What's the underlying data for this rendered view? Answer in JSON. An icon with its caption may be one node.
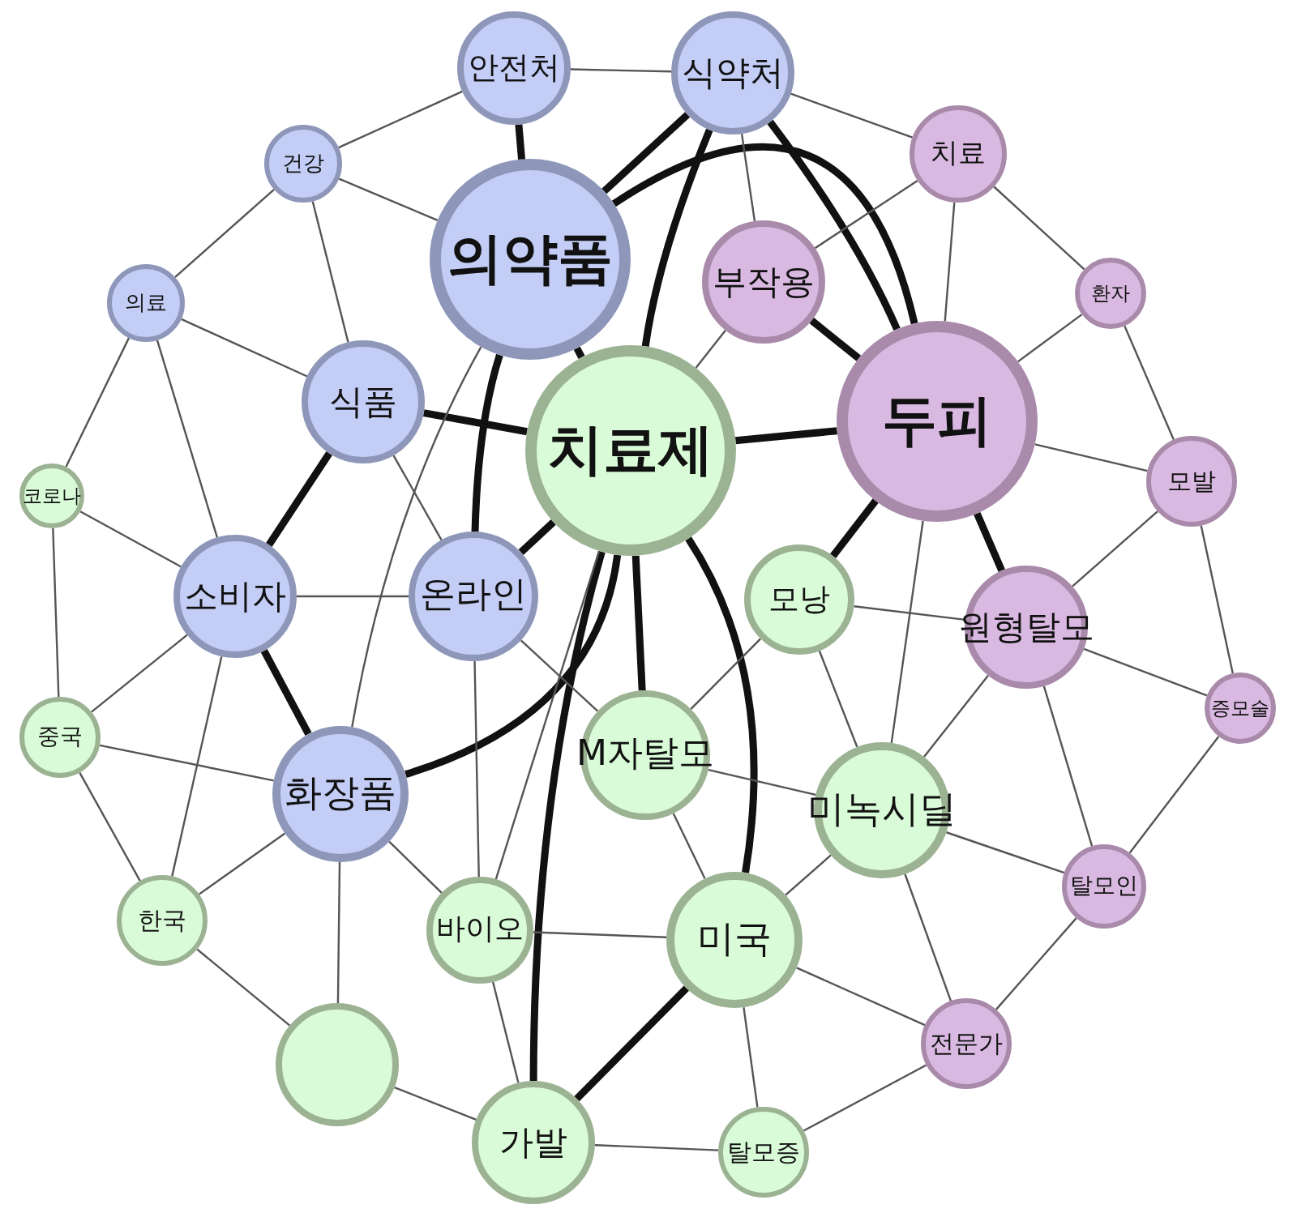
{
  "diagram": {
    "nodes": [
      {
        "text": [
          "안전처"
        ]
      },
      {
        "text": [
          "식약처"
        ]
      },
      {
        "text": [
          "건강"
        ]
      },
      {
        "text": [
          "의약품"
        ]
      },
      {
        "text": [
          "의료"
        ]
      },
      {
        "text": [
          "식품"
        ]
      },
      {
        "text": [
          "소비자"
        ]
      },
      {
        "text": [
          "온라인"
        ]
      },
      {
        "text": [
          "화장품"
        ]
      },
      {
        "text": [
          "치료"
        ]
      },
      {
        "text": [
          "부작용"
        ]
      },
      {
        "text": [
          "환자"
        ]
      },
      {
        "text": [
          "두피"
        ]
      },
      {
        "text": [
          "모발"
        ]
      },
      {
        "text": [
          "원형탈모"
        ]
      },
      {
        "text": [
          "증모술"
        ]
      },
      {
        "text": [
          "탈모인"
        ]
      },
      {
        "text": [
          "전문가"
        ]
      },
      {
        "text": [
          "코로나"
        ]
      },
      {
        "text": [
          "치료제"
        ]
      },
      {
        "text": [
          "모낭"
        ]
      },
      {
        "text": [
          "중국"
        ]
      },
      {
        "text": [
          "M자탈모"
        ]
      },
      {
        "text": [
          "미녹시딜"
        ]
      },
      {
        "text": [
          "한국"
        ]
      },
      {
        "text": [
          "바이오"
        ]
      },
      {
        "text": [
          "미국"
        ]
      },
      {
        "text": [],
        "shape": "circle"
      },
      {
        "text": [
          "가발"
        ]
      },
      {
        "text": [
          "탈모증"
        ]
      }
    ],
    "edges": [
      {
        "from": 3,
        "to": 19,
        "arrow": "none",
        "style": "thick"
      },
      {
        "from": 3,
        "to": 12,
        "arrow": "none",
        "style": "thick"
      },
      {
        "from": 19,
        "to": 12,
        "arrow": "none",
        "style": "thick"
      },
      {
        "from": 1,
        "to": 3,
        "arrow": "none",
        "style": "thick"
      },
      {
        "from": 1,
        "to": 12,
        "arrow": "none",
        "style": "thick"
      },
      {
        "from": 0,
        "to": 3,
        "arrow": "none",
        "style": "thick"
      },
      {
        "from": 5,
        "to": 19,
        "arrow": "none",
        "style": "thick"
      },
      {
        "from": 6,
        "to": 8,
        "arrow": "none",
        "style": "thick"
      },
      {
        "from": 7,
        "to": 19,
        "arrow": "none",
        "style": "thick"
      },
      {
        "from": 12,
        "to": 10,
        "arrow": "none",
        "style": "thick"
      },
      {
        "from": 12,
        "to": 14,
        "arrow": "none",
        "style": "thick"
      },
      {
        "from": 19,
        "to": 22,
        "arrow": "none",
        "style": "thick"
      },
      {
        "from": 19,
        "to": 26,
        "arrow": "none",
        "style": "thick"
      },
      {
        "from": 19,
        "to": 28,
        "arrow": "none",
        "style": "thick"
      },
      {
        "from": 3,
        "to": 7,
        "arrow": "none",
        "style": "thick"
      },
      {
        "from": 8,
        "to": 19,
        "arrow": "none",
        "style": "thick"
      },
      {
        "from": 26,
        "to": 28,
        "arrow": "none",
        "style": "thick"
      },
      {
        "from": 1,
        "to": 19,
        "arrow": "none",
        "style": "thick"
      },
      {
        "from": 12,
        "to": 20,
        "arrow": "none",
        "style": "thick"
      },
      {
        "from": 5,
        "to": 6,
        "arrow": "none",
        "style": "thick"
      },
      {
        "from": 0,
        "to": 1,
        "arrow": "none"
      },
      {
        "from": 2,
        "to": 3,
        "arrow": "none"
      },
      {
        "from": 4,
        "to": 5,
        "arrow": "none"
      },
      {
        "from": 4,
        "to": 6,
        "arrow": "none"
      },
      {
        "from": 18,
        "to": 6,
        "arrow": "none"
      },
      {
        "from": 21,
        "to": 6,
        "arrow": "none"
      },
      {
        "from": 21,
        "to": 24,
        "arrow": "none"
      },
      {
        "from": 24,
        "to": 27,
        "arrow": "none"
      },
      {
        "from": 27,
        "to": 28,
        "arrow": "none"
      },
      {
        "from": 28,
        "to": 29,
        "arrow": "none"
      },
      {
        "from": 29,
        "to": 17,
        "arrow": "none"
      },
      {
        "from": 17,
        "to": 16,
        "arrow": "none"
      },
      {
        "from": 16,
        "to": 15,
        "arrow": "none"
      },
      {
        "from": 15,
        "to": 13,
        "arrow": "none"
      },
      {
        "from": 13,
        "to": 11,
        "arrow": "none"
      },
      {
        "from": 11,
        "to": 9,
        "arrow": "none"
      },
      {
        "from": 9,
        "to": 1,
        "arrow": "none"
      },
      {
        "from": 2,
        "to": 0,
        "arrow": "none"
      },
      {
        "from": 4,
        "to": 2,
        "arrow": "none"
      },
      {
        "from": 18,
        "to": 21,
        "arrow": "none"
      },
      {
        "from": 18,
        "to": 4,
        "arrow": "none"
      },
      {
        "from": 9,
        "to": 12,
        "arrow": "none"
      },
      {
        "from": 11,
        "to": 12,
        "arrow": "none"
      },
      {
        "from": 13,
        "to": 12,
        "arrow": "none"
      },
      {
        "from": 14,
        "to": 20,
        "arrow": "none"
      },
      {
        "from": 14,
        "to": 23,
        "arrow": "none"
      },
      {
        "from": 23,
        "to": 26,
        "arrow": "none"
      },
      {
        "from": 20,
        "to": 22,
        "arrow": "none"
      },
      {
        "from": 22,
        "to": 23,
        "arrow": "none"
      },
      {
        "from": 16,
        "to": 23,
        "arrow": "none"
      },
      {
        "from": 17,
        "to": 26,
        "arrow": "none"
      },
      {
        "from": 24,
        "to": 8,
        "arrow": "none"
      },
      {
        "from": 25,
        "to": 28,
        "arrow": "none"
      },
      {
        "from": 25,
        "to": 26,
        "arrow": "none"
      },
      {
        "from": 8,
        "to": 25,
        "arrow": "none"
      },
      {
        "from": 7,
        "to": 22,
        "arrow": "none"
      },
      {
        "from": 5,
        "to": 7,
        "arrow": "none"
      },
      {
        "from": 2,
        "to": 5,
        "arrow": "none"
      },
      {
        "from": 9,
        "to": 10,
        "arrow": "none"
      },
      {
        "from": 13,
        "to": 14,
        "arrow": "none"
      },
      {
        "from": 14,
        "to": 16,
        "arrow": "none"
      },
      {
        "from": 15,
        "to": 14,
        "arrow": "none"
      },
      {
        "from": 6,
        "to": 24,
        "arrow": "none"
      },
      {
        "from": 21,
        "to": 8,
        "arrow": "none"
      },
      {
        "from": 17,
        "to": 23,
        "arrow": "none"
      },
      {
        "from": 26,
        "to": 29,
        "arrow": "none"
      },
      {
        "from": 20,
        "to": 23,
        "arrow": "none"
      },
      {
        "from": 8,
        "to": 27,
        "arrow": "none"
      },
      {
        "from": 10,
        "to": 19,
        "arrow": "none"
      },
      {
        "from": 3,
        "to": 8,
        "arrow": "none"
      },
      {
        "from": 1,
        "to": 10,
        "arrow": "none"
      },
      {
        "from": 12,
        "to": 23,
        "arrow": "none"
      },
      {
        "from": 19,
        "to": 25,
        "arrow": "none"
      },
      {
        "from": 7,
        "to": 25,
        "arrow": "none"
      },
      {
        "from": 6,
        "to": 7,
        "arrow": "none"
      },
      {
        "from": 22,
        "to": 26,
        "arrow": "none"
      }
    ]
  }
}
